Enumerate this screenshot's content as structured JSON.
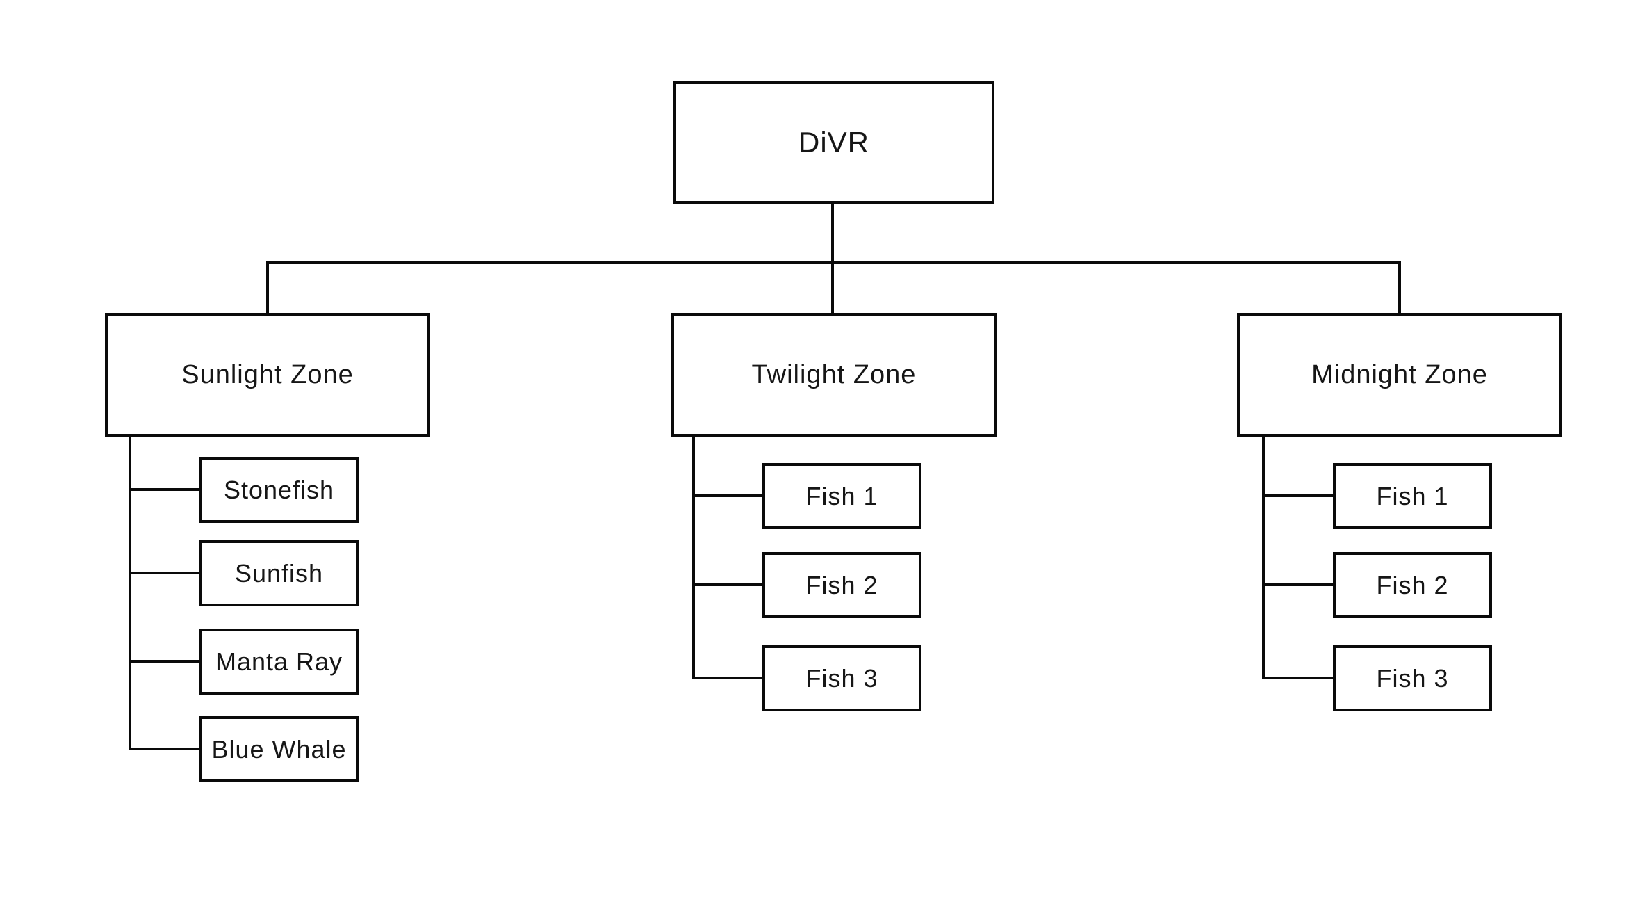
{
  "diagram": {
    "root": {
      "label": "DiVR"
    },
    "zones": [
      {
        "label": "Sunlight Zone",
        "children": [
          "Stonefish",
          "Sunfish",
          "Manta Ray",
          "Blue Whale"
        ]
      },
      {
        "label": "Twilight Zone",
        "children": [
          "Fish 1",
          "Fish 2",
          "Fish 3"
        ]
      },
      {
        "label": "Midnight Zone",
        "children": [
          "Fish 1",
          "Fish 2",
          "Fish 3"
        ]
      }
    ],
    "colors": {
      "line": "#0a0a0a",
      "text": "#161616",
      "background": "#ffffff"
    }
  }
}
